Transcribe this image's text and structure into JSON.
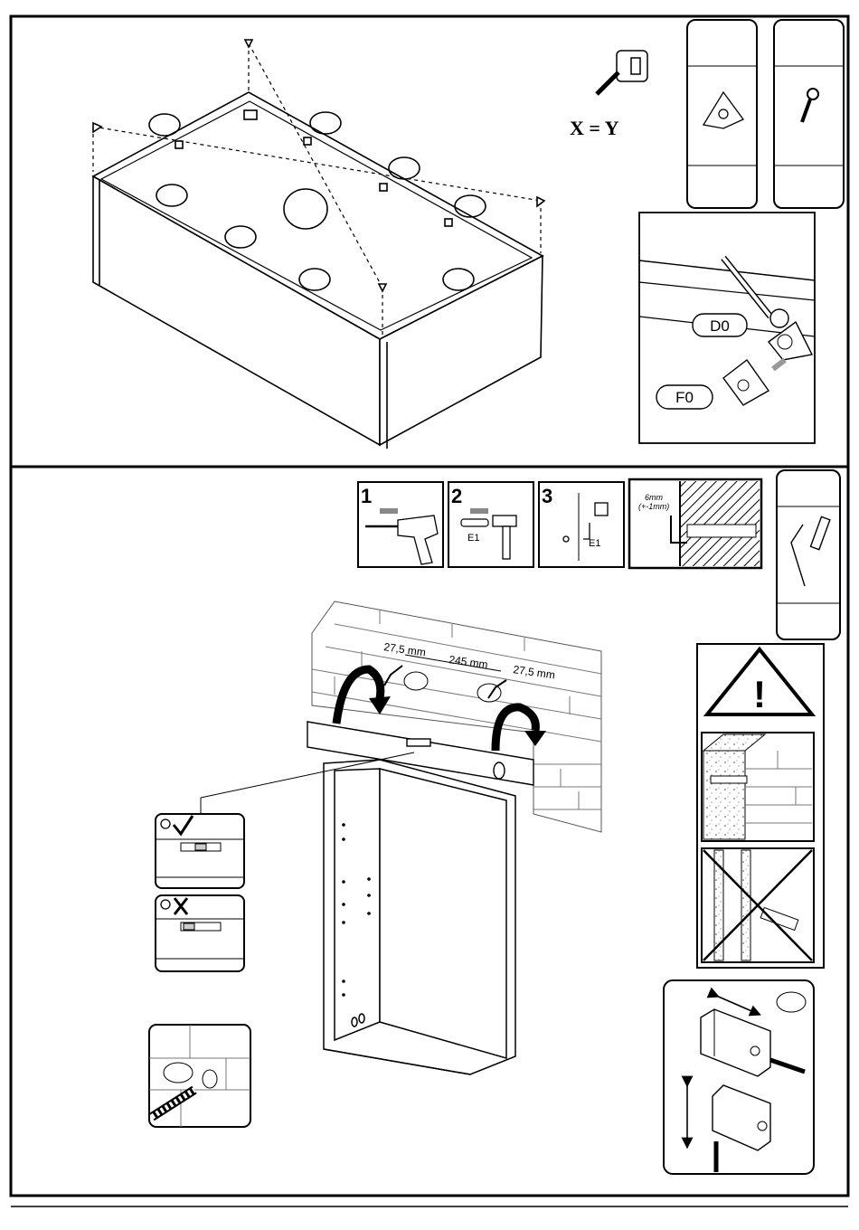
{
  "top_section": {
    "equation": "X = Y",
    "callout_d0": "D0",
    "callout_f0": "F0"
  },
  "bottom_section": {
    "steps": [
      {
        "number": "1",
        "label": ""
      },
      {
        "number": "2",
        "label": "E1"
      },
      {
        "number": "3",
        "label": "E1"
      }
    ],
    "depth_note_1": "6mm",
    "depth_note_2": "(+-1mm)",
    "dimensions": {
      "left_offset": "27,5 mm",
      "spacing": "245 mm",
      "right_offset": "27,5 mm"
    },
    "warning_symbol": "!"
  },
  "icons": [
    "tape-measure-icon",
    "bracket-icon",
    "screw-icon",
    "screwdriver-icon",
    "drill-icon",
    "hammer-icon",
    "wall-plug-icon",
    "hook-icon",
    "warning-icon",
    "level-icon",
    "smiley-happy-icon",
    "smiley-sad-icon",
    "check-icon",
    "cross-icon"
  ]
}
